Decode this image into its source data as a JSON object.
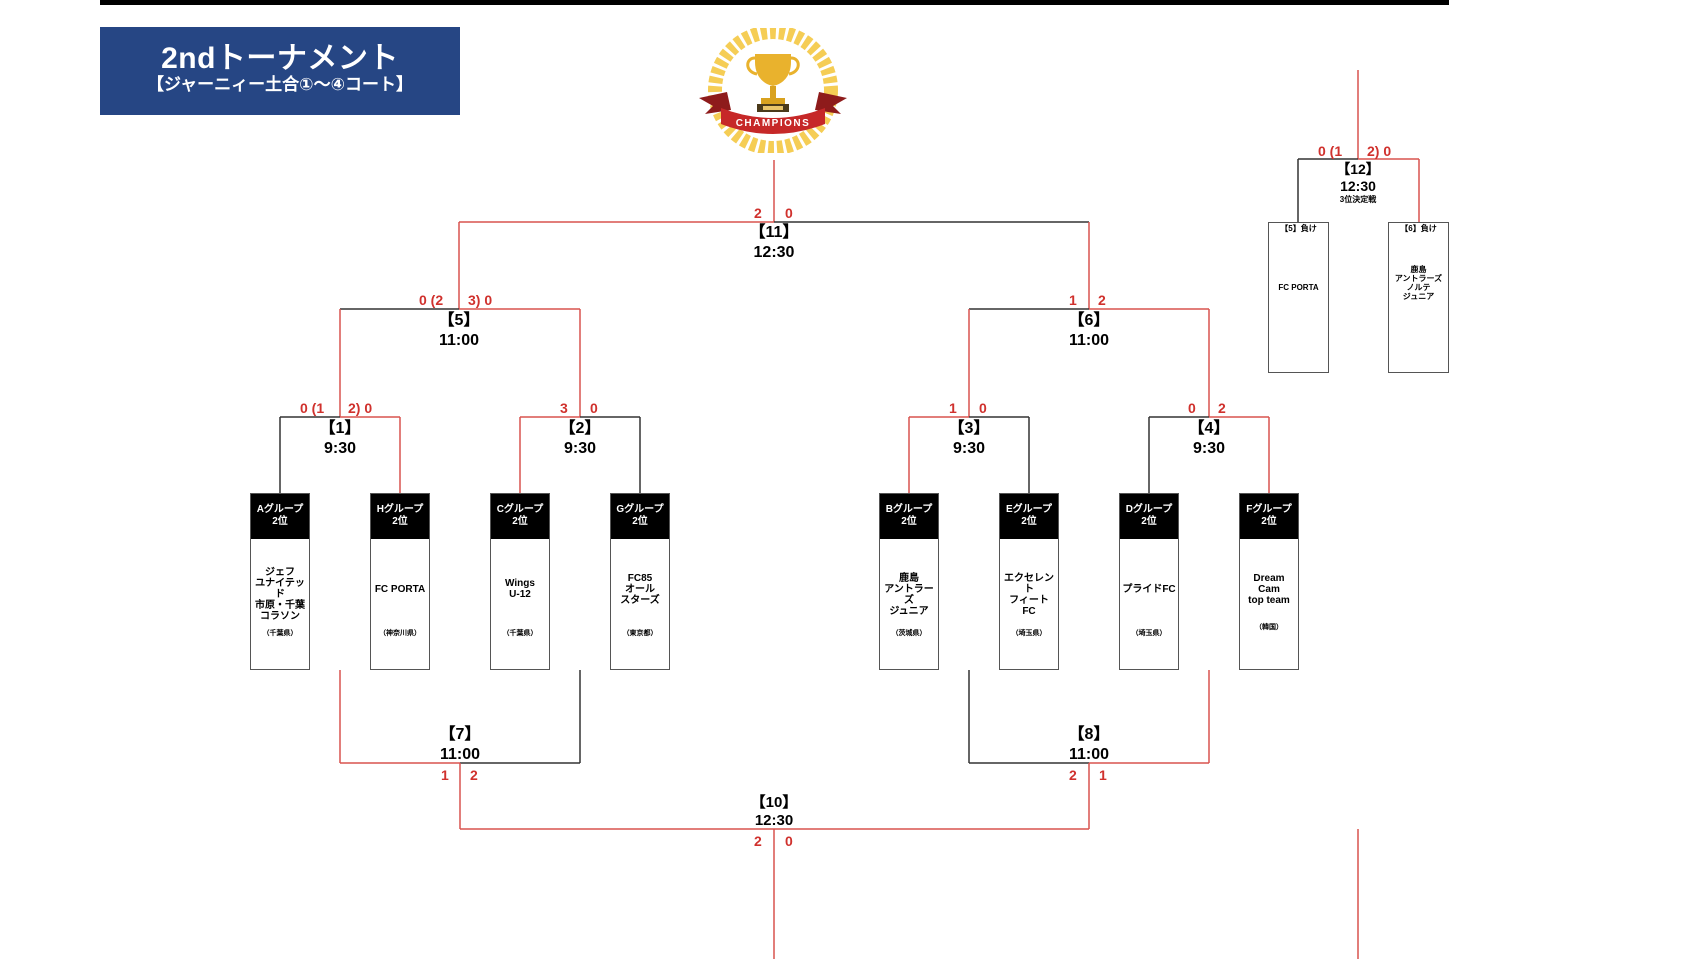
{
  "header": {
    "title": "2ndトーナメント",
    "subtitle": "【ジャーニィー土合①～④コート】"
  },
  "emblem": {
    "label": "CHAMPIONS",
    "icon": "trophy-laurel-icon"
  },
  "colors": {
    "winner_line": "#d9534f",
    "score": "#d0312d",
    "title_bg": "#264684",
    "line": "#333333"
  },
  "matches": {
    "m1": {
      "num": "【1】",
      "time": "9:30",
      "score_left": "0 (1",
      "score_right": "2) 0"
    },
    "m2": {
      "num": "【2】",
      "time": "9:30",
      "score_left": "3",
      "score_right": "0"
    },
    "m3": {
      "num": "【3】",
      "time": "9:30",
      "score_left": "1",
      "score_right": "0"
    },
    "m4": {
      "num": "【4】",
      "time": "9:30",
      "score_left": "0",
      "score_right": "2"
    },
    "m5": {
      "num": "【5】",
      "time": "11:00",
      "score_left": "0 (2",
      "score_right": "3) 0"
    },
    "m6": {
      "num": "【6】",
      "time": "11:00",
      "score_left": "1",
      "score_right": "2"
    },
    "m7": {
      "num": "【7】",
      "time": "11:00",
      "score_left": "1",
      "score_right": "2"
    },
    "m8": {
      "num": "【8】",
      "time": "11:00",
      "score_left": "2",
      "score_right": "1"
    },
    "m10": {
      "num": "【10】",
      "time": "12:30",
      "score_left": "2",
      "score_right": "0"
    },
    "m11": {
      "num": "【11】",
      "time": "12:30",
      "score_left": "2",
      "score_right": "0"
    },
    "m12": {
      "num": "【12】",
      "time": "12:30",
      "note": "3位決定戦",
      "score_left": "0 (1",
      "score_right": "2) 0"
    }
  },
  "teams": [
    {
      "group": "Aグループ",
      "rank": "2位",
      "name": "ジェフ\nユナイテッド\n市原・千葉\nコラソン",
      "pref": "（千葉県）"
    },
    {
      "group": "Hグループ",
      "rank": "2位",
      "name": "FC PORTA",
      "pref": "（神奈川県）"
    },
    {
      "group": "Cグループ",
      "rank": "2位",
      "name": "Wings\nU-12",
      "pref": "（千葉県）"
    },
    {
      "group": "Gグループ",
      "rank": "2位",
      "name": "FC85\nオール\nスターズ",
      "pref": "（東京都）"
    },
    {
      "group": "Bグループ",
      "rank": "2位",
      "name": "鹿島\nアントラーズ\nジュニア",
      "pref": "（茨城県）"
    },
    {
      "group": "Eグループ",
      "rank": "2位",
      "name": "エクセレント\nフィート\nFC",
      "pref": "（埼玉県）"
    },
    {
      "group": "Dグループ",
      "rank": "2位",
      "name": "プライドFC",
      "pref": "（埼玉県）"
    },
    {
      "group": "Fグループ",
      "rank": "2位",
      "name": "Dream\nCam\ntop team",
      "pref": "（韓国）"
    }
  ],
  "third_place": [
    {
      "label": "【5】負け",
      "name": "FC PORTA"
    },
    {
      "label": "【6】負け",
      "name": "鹿島\nアントラーズ\nノルテ\nジュニア"
    }
  ]
}
